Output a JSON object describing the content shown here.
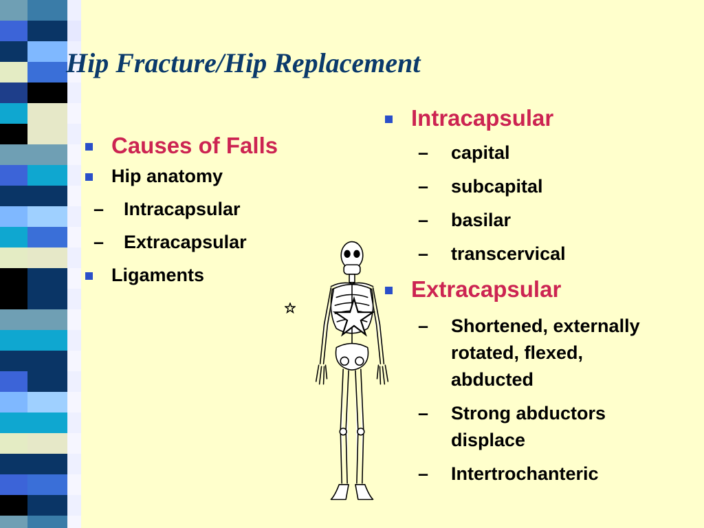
{
  "colors": {
    "background": "#ffffcc",
    "title": "#0b3a6b",
    "heading_red": "#cc2452",
    "bullet": "#2a4fc9"
  },
  "title": "Hip Fracture/Hip Replacement",
  "left_list": {
    "heading": "Causes of Falls",
    "item1": "Hip anatomy",
    "sub_items": [
      "Intracapsular",
      "Extracapsular"
    ],
    "item2": "Ligaments"
  },
  "right_list": {
    "intracapsular": {
      "heading": "Intracapsular",
      "items": [
        "capital",
        "subcapital",
        "basilar",
        "transcervical"
      ]
    },
    "extracapsular": {
      "heading": "Extracapsular",
      "items": [
        "Shortened, externally rotated, flexed, abducted",
        "Strong abductors displace",
        "Intertrochanteric"
      ]
    }
  },
  "icons": {
    "bullet": "square-bullet-icon",
    "skeleton": "skeleton-illustration-icon",
    "star": "star-icon"
  }
}
